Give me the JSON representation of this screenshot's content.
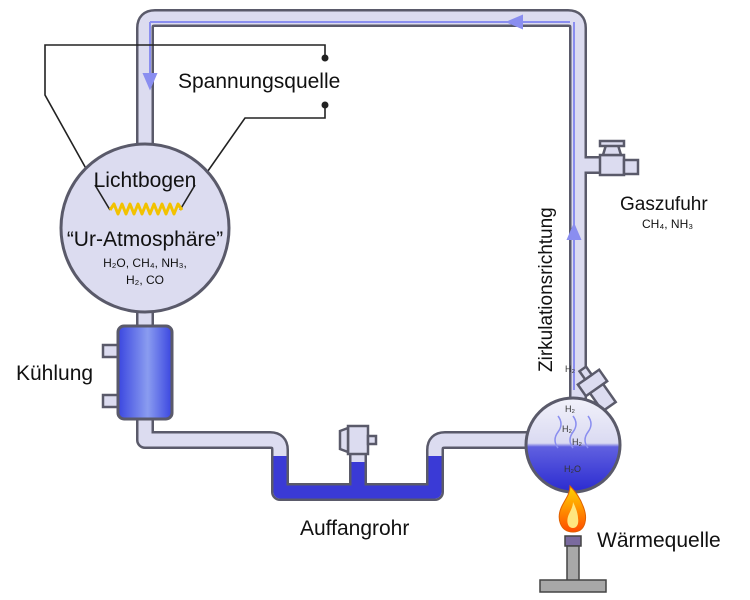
{
  "labels": {
    "voltage_source": "Spannungsquelle",
    "arc": "Lichtbogen",
    "atmosphere": "“Ur-Atmosphäre”",
    "atmosphere_gases_line1": "H₂O, CH₄, NH₃,",
    "atmosphere_gases_line2": "H₂, CO",
    "cooling": "Kühlung",
    "gas_supply": "Gaszufuhr",
    "gas_supply_gases": "CH₄, NH₃",
    "circulation_direction": "Zirkulationsrichtung",
    "collection_tube": "Auffangrohr",
    "heat_source": "Wärmequelle",
    "flask_water": "H₂O",
    "flask_h2": "H₂"
  },
  "colors": {
    "tube_fill": "#dcdcf0",
    "tube_outline": "#5a5a6a",
    "water_blue": "#3a3ad6",
    "flow_arrow": "#8a8ef0",
    "arc_yellow": "#f2c200",
    "flame_orange": "#f07a10",
    "burner_gray": "#a8a8a8"
  },
  "icons": [
    "lightning-arc",
    "flow-arrow",
    "stopcock-valve",
    "bunsen-burner-flame",
    "vapor-waves"
  ]
}
